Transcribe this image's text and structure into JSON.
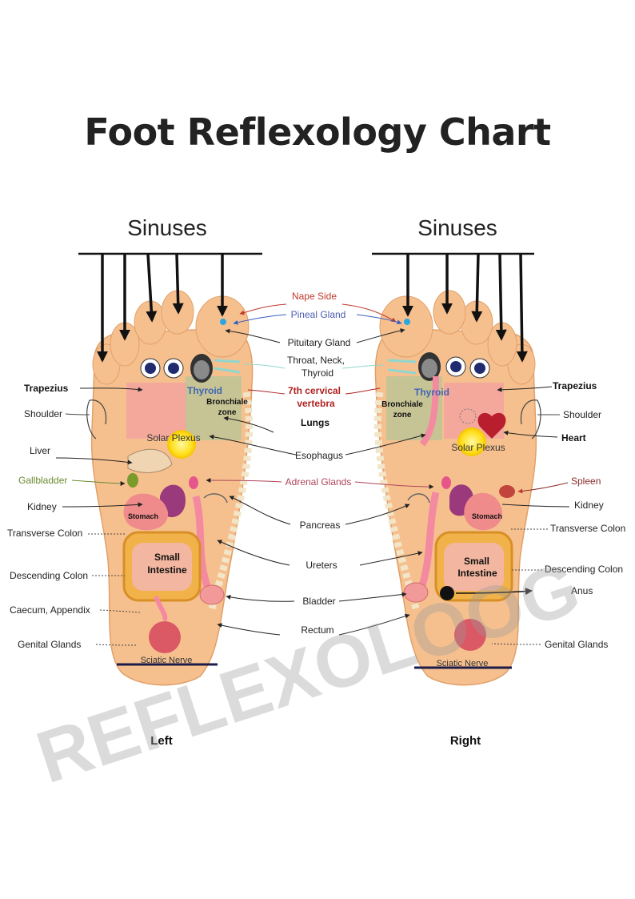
{
  "title": "Foot Reflexology Chart",
  "watermark": "REFLEXOLOOG",
  "left_foot": {
    "sinuses": "Sinuses",
    "caption": "Left",
    "inner": {
      "thyroid": "Thyroid",
      "bronchiale": [
        "Bronchiale",
        "zone"
      ],
      "solar": "Solar Plexus",
      "stomach": "Stomach",
      "small_int": [
        "Small",
        "Intestine"
      ],
      "sciatic": "Sciatic Nerve"
    },
    "side_labels": {
      "trapezius": "Trapezius",
      "shoulder": "Shoulder",
      "liver": "Liver",
      "gallbladder": "Gallbladder",
      "kidney": "Kidney",
      "transverse": "Transverse Colon",
      "descending": "Descending Colon",
      "caecum": "Caecum, Appendix",
      "genital": "Genital Glands"
    }
  },
  "right_foot": {
    "sinuses": "Sinuses",
    "caption": "Right",
    "inner": {
      "thyroid": "Thyroid",
      "bronchiale": [
        "Bronchiale",
        "zone"
      ],
      "solar": "Solar Plexus",
      "stomach": "Stomach",
      "small_int": [
        "Small",
        "Intestine"
      ],
      "sciatic": "Sciatic Nerve"
    },
    "side_labels": {
      "trapezius": "Trapezius",
      "shoulder": "Shoulder",
      "heart": "Heart",
      "spleen": "Spleen",
      "kidney": "Kidney",
      "transverse": "Transverse Colon",
      "descending": "Descending Colon",
      "anus": "Anus",
      "genital": "Genital Glands"
    }
  },
  "center_labels": {
    "nape": "Nape Side",
    "pineal": "Pineal Gland",
    "pituitary": "Pituitary Gland",
    "throat": [
      "Throat, Neck,",
      "Thyroid"
    ],
    "cervical": [
      "7th cervical",
      "vertebra"
    ],
    "lungs": "Lungs",
    "esophagus": "Esophagus",
    "adrenal": "Adrenal Glands",
    "pancreas": "Pancreas",
    "ureters": "Ureters",
    "bladder": "Bladder",
    "rectum": "Rectum"
  },
  "colors": {
    "skin": "#f6c08e",
    "title": "#222222",
    "nape": "#c0392b",
    "pineal": "#4a5bb0",
    "cervical": "#b22222",
    "adrenal": "#b0445a",
    "gallbladder": "#6a8b2f",
    "spleen": "#8b2b2b",
    "thyroid": "#3f64b5"
  }
}
